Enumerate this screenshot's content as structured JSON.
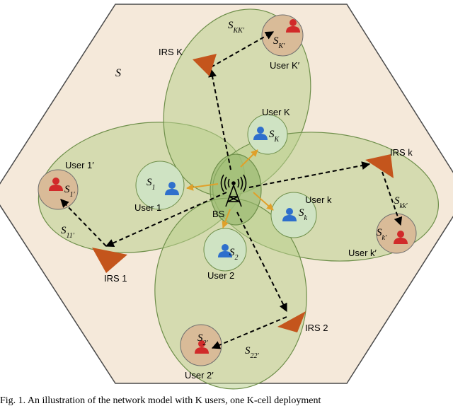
{
  "region_label": "S",
  "base_station": {
    "label": "BS"
  },
  "users": [
    {
      "id": "1",
      "label": "User 1",
      "symbol_base": "S",
      "symbol_sub": "1"
    },
    {
      "id": "2",
      "label": "User 2",
      "symbol_base": "S",
      "symbol_sub": "2"
    },
    {
      "id": "K",
      "label": "User K",
      "symbol_base": "S",
      "symbol_sub": "K"
    },
    {
      "id": "k",
      "label": "User k",
      "symbol_base": "S",
      "symbol_sub": "k"
    },
    {
      "id": "1p",
      "label": "User 1′",
      "symbol_base": "S",
      "symbol_sub": "1′"
    },
    {
      "id": "2p",
      "label": "User 2′",
      "symbol_base": "S",
      "symbol_sub": "2′"
    },
    {
      "id": "Kp",
      "label": "User K′",
      "symbol_base": "S",
      "symbol_sub": "K′"
    },
    {
      "id": "kp",
      "label": "User k′",
      "symbol_base": "S",
      "symbol_sub": "k′"
    }
  ],
  "irs": [
    {
      "id": "1",
      "label": "IRS 1"
    },
    {
      "id": "2",
      "label": "IRS 2"
    },
    {
      "id": "K",
      "label": "IRS K"
    },
    {
      "id": "k",
      "label": "IRS k"
    }
  ],
  "links": [
    {
      "id": "11p",
      "label_base": "S",
      "label_sub": "11′"
    },
    {
      "id": "22p",
      "label_base": "S",
      "label_sub": "22′"
    },
    {
      "id": "KKp",
      "label_base": "S",
      "label_sub": "KK′"
    },
    {
      "id": "kkp",
      "label_base": "S",
      "label_sub": "kk′"
    }
  ],
  "caption": "Fig. 1.  An illustration of the network model with K users, one K-cell deployment",
  "colors": {
    "hexagon_fill": "#f5e9da",
    "hexagon_stroke": "#4a4a4a",
    "ellipse_fill": "#b9cf8e",
    "ellipse_stroke": "#6e8f4a",
    "primary_user_fill": "#cfe3c3",
    "secondary_user_fill": "#d9bb98",
    "primary_icon": "#2e6fcc",
    "secondary_icon": "#d12a2a",
    "irs": "#c4551c",
    "direct_arrow": "#e0a02a"
  }
}
